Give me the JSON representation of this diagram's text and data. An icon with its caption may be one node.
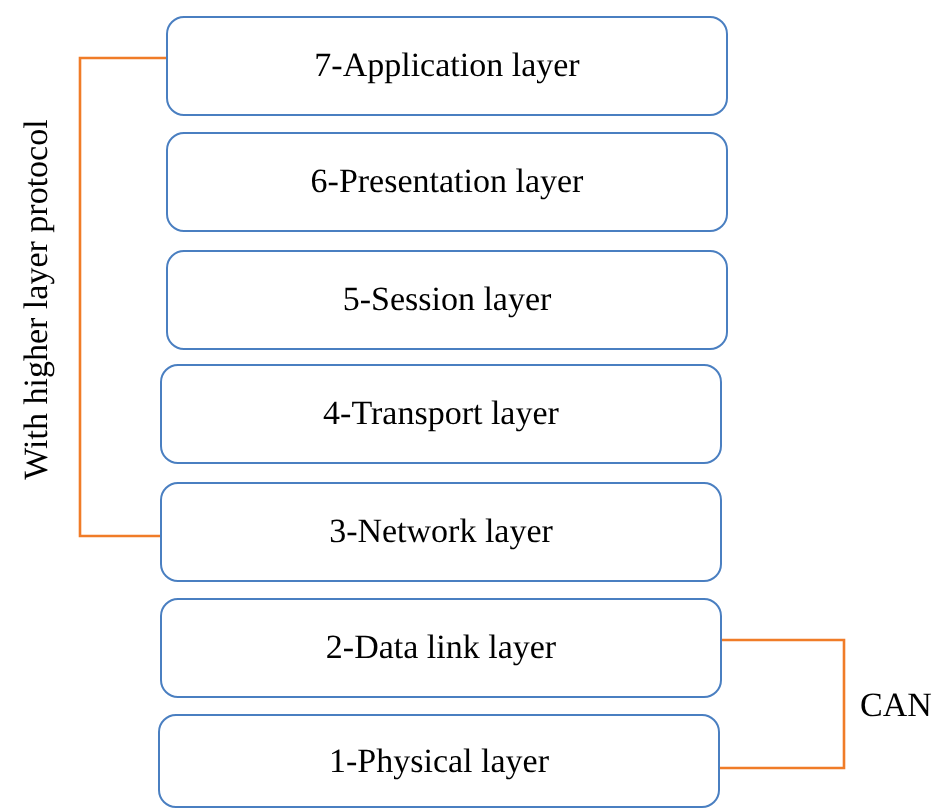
{
  "diagram": {
    "nodes": [
      {
        "text": [
          "7-Application layer"
        ]
      },
      {
        "text": [
          "6-Presentation layer"
        ]
      },
      {
        "text": [
          "5-Session layer"
        ]
      },
      {
        "text": [
          "4-Transport layer"
        ]
      },
      {
        "text": [
          "3-Network layer"
        ]
      },
      {
        "text": [
          "2-Data link layer"
        ]
      },
      {
        "text": [
          "1-Physical layer"
        ]
      }
    ],
    "labels": [
      "With higher layer protocol",
      "CAN"
    ]
  }
}
